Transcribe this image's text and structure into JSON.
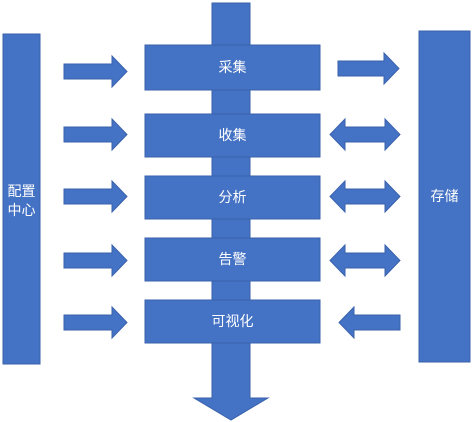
{
  "colors": {
    "fill": "#4472C4",
    "edge": "#3A62AC",
    "text": "#FFFFFF"
  },
  "left_panel": {
    "line1": "配置",
    "line2": "中心"
  },
  "right_panel": {
    "label": "存储"
  },
  "stages": [
    {
      "label": "采集",
      "right_arrow": "right"
    },
    {
      "label": "收集",
      "right_arrow": "both"
    },
    {
      "label": "分析",
      "right_arrow": "both"
    },
    {
      "label": "告警",
      "right_arrow": "both"
    },
    {
      "label": "可视化",
      "right_arrow": "left"
    }
  ]
}
